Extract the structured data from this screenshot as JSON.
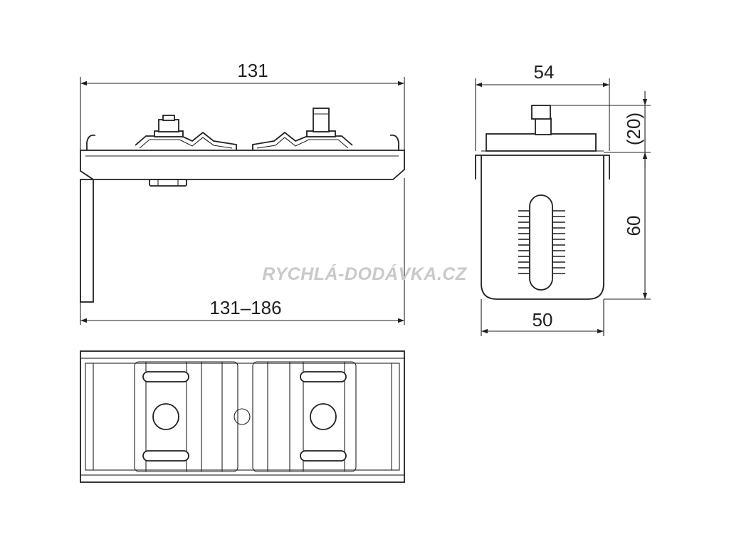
{
  "dimensions": {
    "overall_length": "131",
    "adjustable_length": "131–186",
    "depth": "54",
    "pin_height": "(20)",
    "height": "60",
    "width": "50"
  },
  "watermark": "RYCHLÁ-DODÁVKA.CZ",
  "colors": {
    "line": "#231f20",
    "watermark": "#c9c9c9",
    "background": "#ffffff"
  }
}
